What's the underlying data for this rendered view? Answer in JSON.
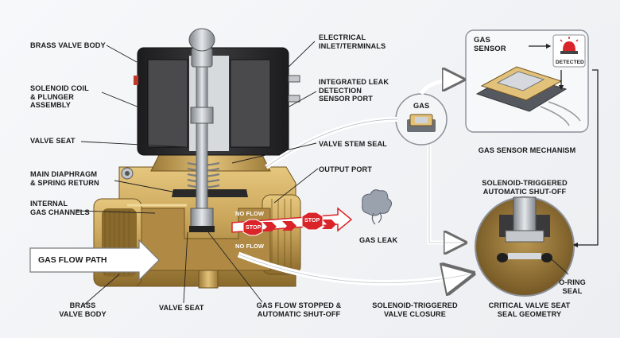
{
  "labels": {
    "brass_valve_body_top": "BRASS VALVE BODY",
    "solenoid_coil": "SOLENOID COIL\n& PLUNGER\nASSEMBLY",
    "valve_seat_left": "VALVE SEAT",
    "main_diaphragm": "MAIN DIAPHRAGM\n& SPRING RETURN",
    "internal_channels": "INTERNAL\nGAS CHANNELS",
    "gas_flow_path": "GAS FLOW PATH",
    "brass_valve_body_bottom": "BRASS\nVALVE BODY",
    "valve_seat_bottom": "VALVE SEAT",
    "gas_flow_stopped": "GAS FLOW STOPPED &\nAUTOMATIC SHUT-OFF",
    "electrical_inlet": "ELECTRICAL\nINLET/TERMINALS",
    "integrated_leak": "INTEGRATED LEAK\nDETECTION\nSENSOR PORT",
    "valve_stem_seal": "VALVE STEM SEAL",
    "output_port": "OUTPUT PORT",
    "gas_leak": "GAS LEAK",
    "no_flow_top": "NO FLOW",
    "no_flow_bottom": "NO FLOW",
    "stop_sign_1": "STOP",
    "stop_sign_2": "STOP",
    "gas_bubble": "GAS",
    "gas_sensor": "GAS\nSENSOR",
    "detected": "DETECTED",
    "gas_sensor_mechanism": "GAS SENSOR MECHANISM",
    "solenoid_triggered_auto": "SOLENOID-TRIGGERED\nAUTOMATIC SHUT-OFF",
    "solenoid_triggered_closure": "SOLENOID-TRIGGERED\nVALVE CLOSURE",
    "oring_seal": "O-RING\nSEAL",
    "critical_valve_seat": "CRITICAL VALVE SEAT\nSEAL GEOMETRY"
  },
  "colors": {
    "brass": "#c9a55a",
    "brass_dark": "#8a6a2c",
    "coil_black": "#2b2b2d",
    "steel": "#b8bcc2",
    "stop_red": "#d9252a",
    "arrow_white": "#ffffff"
  }
}
